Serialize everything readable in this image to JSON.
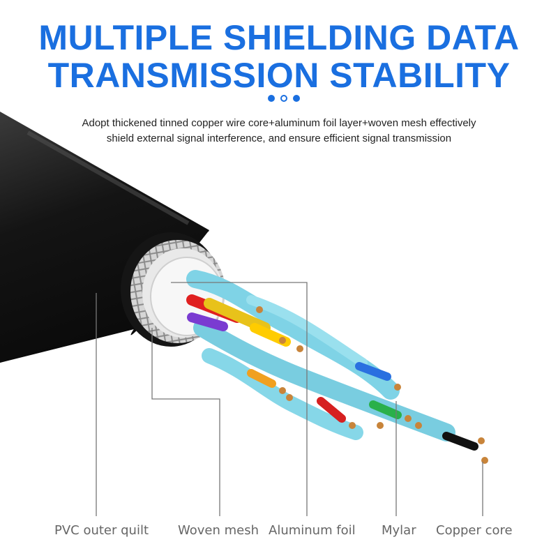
{
  "header": {
    "title_line1": "MULTIPLE SHIELDING DATA",
    "title_line2": "TRANSMISSION STABILITY",
    "subtitle_line1": "Adopt thickened tinned copper wire core+aluminum foil layer+woven mesh effectively",
    "subtitle_line2": "shield external signal interference, and ensure efficient signal transmission"
  },
  "labels": {
    "pvc": "PVC outer quilt",
    "woven": "Woven mesh",
    "aluminum": "Aluminum foil",
    "mylar": "Mylar",
    "copper": "Copper core"
  },
  "colors": {
    "title": "#1a6fe0",
    "jacket": "#1b1b1b",
    "pair_insulation": "#7fd3e6",
    "copper": "#c8843a"
  }
}
